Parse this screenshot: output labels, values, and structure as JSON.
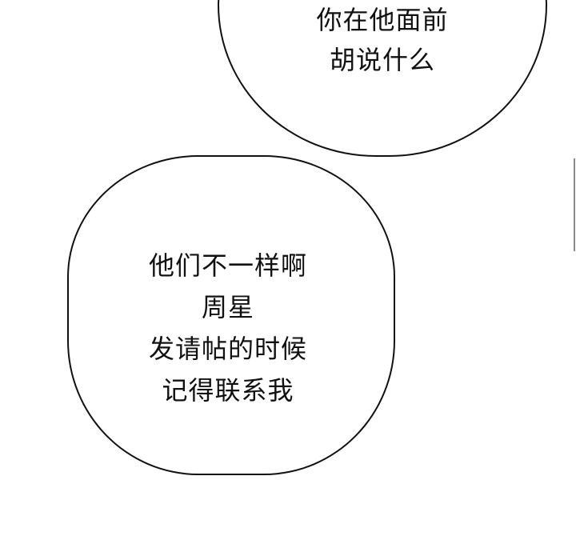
{
  "panels": [
    {
      "id": "top-bubble",
      "lines": [
        "你在他面前",
        "胡说什么"
      ]
    },
    {
      "id": "main-bubble",
      "lines": [
        "他们不一样啊",
        "周星",
        "发请帖的时候",
        "记得联系我"
      ]
    }
  ]
}
